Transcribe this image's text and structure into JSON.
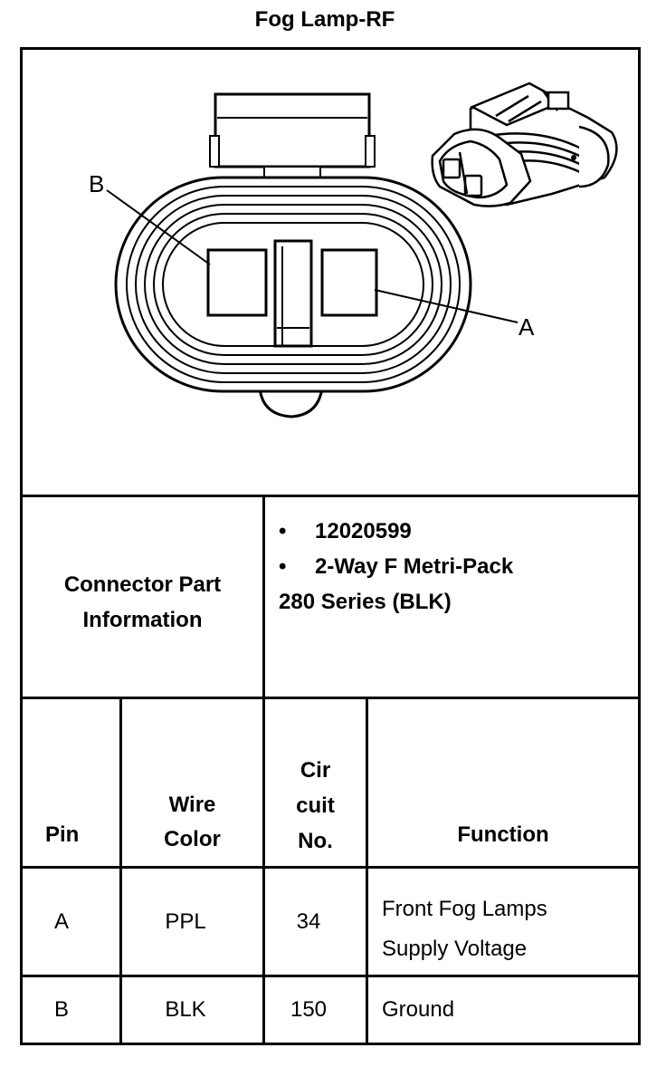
{
  "title": "Fog Lamp-RF",
  "diagram": {
    "label_b": "B",
    "label_a": "A"
  },
  "connector_info": {
    "label_line1": "Connector Part",
    "label_line2": "Information",
    "bullet": "•",
    "part_number": "12020599",
    "description_line1": "2-Way F Metri-Pack",
    "description_line2": "280 Series (BLK)"
  },
  "table": {
    "headers": {
      "pin": "Pin",
      "wire_color_line1": "Wire",
      "wire_color_line2": "Color",
      "circuit_line1": "Cir",
      "circuit_line2": "cuit",
      "circuit_line3": "No.",
      "function": "Function"
    },
    "rows": [
      {
        "pin": "A",
        "wire_color": "PPL",
        "circuit": "34",
        "function_line1": "Front Fog Lamps",
        "function_line2": "Supply Voltage"
      },
      {
        "pin": "B",
        "wire_color": "BLK",
        "circuit": "150",
        "function_line1": "Ground",
        "function_line2": ""
      }
    ]
  }
}
